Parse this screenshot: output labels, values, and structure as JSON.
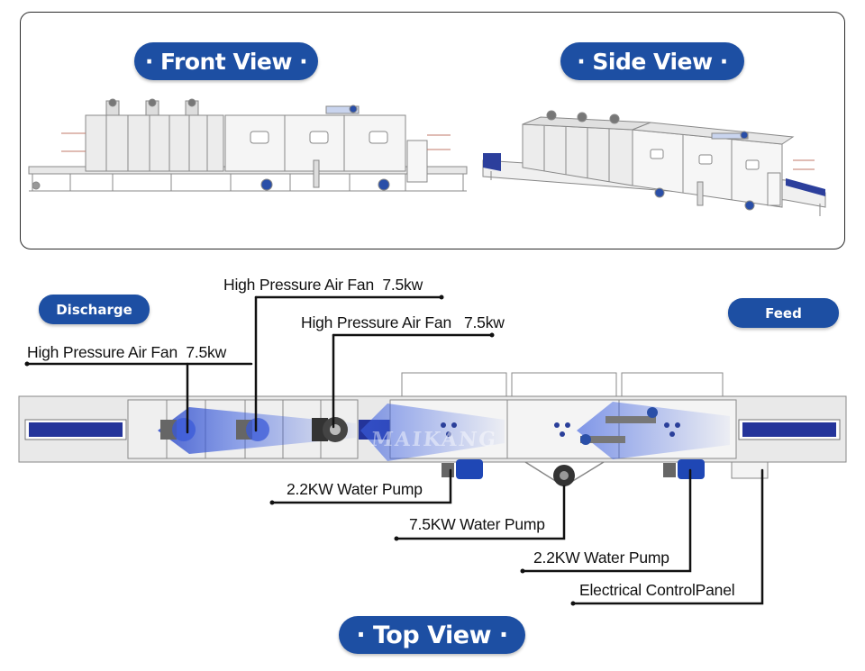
{
  "header": {
    "front_view": "· Front View ·",
    "side_view": "· Side View ·"
  },
  "brand_watermark": "MAIKANG",
  "top_view": {
    "title": "· Top View ·",
    "discharge": "Discharge",
    "feed": "Feed"
  },
  "callouts": [
    {
      "id": "fan-1",
      "name": "High Pressure Air Fan",
      "power": "7.5kw"
    },
    {
      "id": "fan-2",
      "name": "High Pressure Air Fan",
      "power": "7.5kw"
    },
    {
      "id": "fan-3",
      "name": "High Pressure Air Fan",
      "power": "7.5kw"
    },
    {
      "id": "pump-1",
      "text": "2.2KW Water Pump"
    },
    {
      "id": "pump-2",
      "text": "7.5KW Water Pump"
    },
    {
      "id": "pump-3",
      "text": "2.2KW Water Pump"
    },
    {
      "id": "panel",
      "text": "Electrical ControlPanel"
    }
  ],
  "colors": {
    "accent_blue": "#1d4fa3",
    "airflow_blue": "#3b5fe0",
    "frame_gray": "#8a8a8a",
    "belt_blue": "#1c2f8f"
  }
}
